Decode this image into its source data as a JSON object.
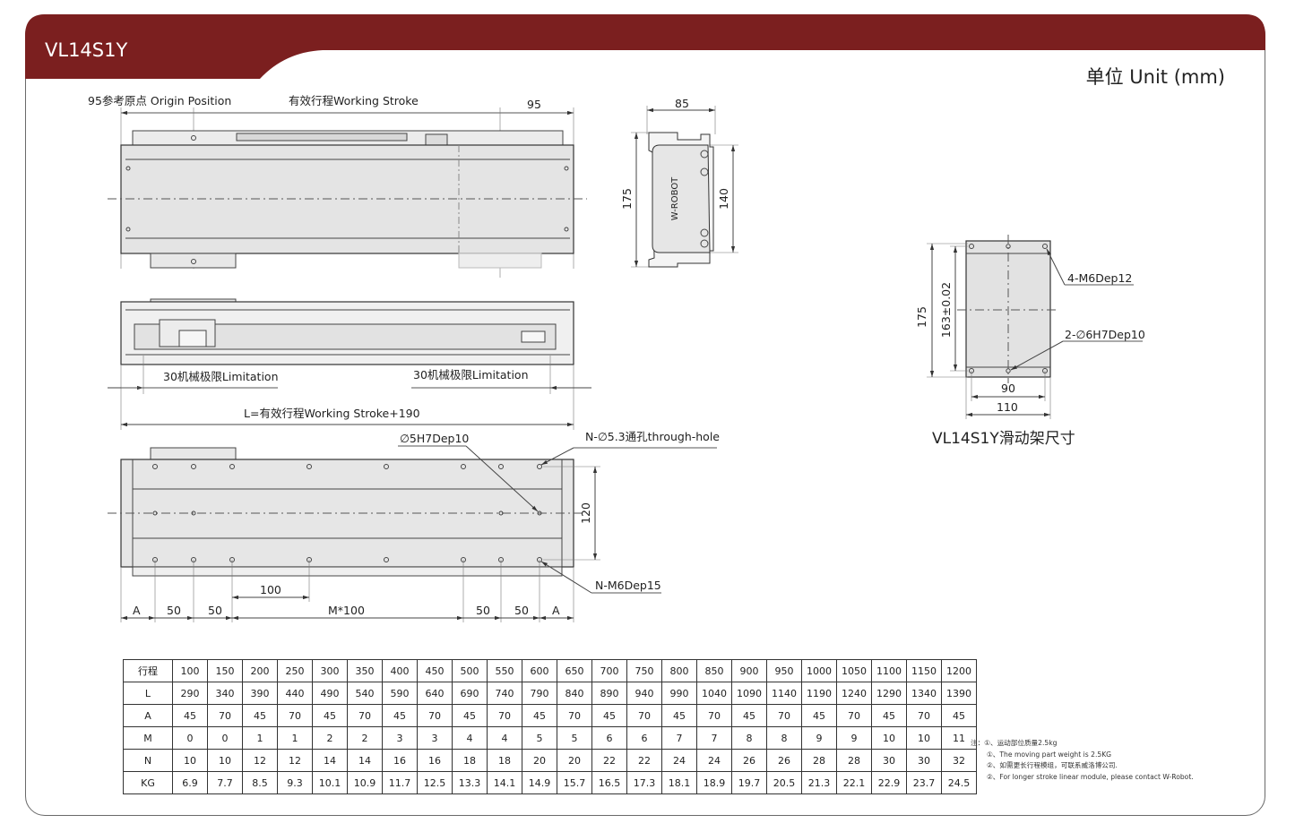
{
  "header": {
    "title": "VL14S1Y",
    "unit": "单位 Unit (mm)",
    "color": "#7b1f1f"
  },
  "top_view": {
    "origin_label": "95参考原点 Origin Position",
    "stroke_label": "有效行程Working Stroke",
    "dim_right": "95"
  },
  "end_view": {
    "width": "85",
    "height": "175",
    "inner_height": "140",
    "logo": "W-ROBOT"
  },
  "side_view": {
    "limit_left": "30机械极限Limitation",
    "limit_right": "30机械极限Limitation",
    "overall": "L=有效行程Working Stroke+190"
  },
  "bottom_view": {
    "pin_hole": "∅5H7Dep10",
    "through_hole": "N-∅5.3通孔through-hole",
    "tap": "N-M6Dep15",
    "width": "120",
    "dims": {
      "a": "A",
      "d50": "50",
      "d100": "100",
      "m100": "M*100"
    }
  },
  "carriage": {
    "caption": "VL14S1Y滑动架尺寸",
    "tap": "4-M6Dep12",
    "pin": "2-∅6H7Dep10",
    "h175": "175",
    "h163": "163±0.02",
    "w90": "90",
    "w110": "110"
  },
  "table": {
    "rows": [
      {
        "label": "行程",
        "values": [
          "100",
          "150",
          "200",
          "250",
          "300",
          "350",
          "400",
          "450",
          "500",
          "550",
          "600",
          "650",
          "700",
          "750",
          "800",
          "850",
          "900",
          "950",
          "1000",
          "1050",
          "1100",
          "1150",
          "1200"
        ]
      },
      {
        "label": "L",
        "values": [
          "290",
          "340",
          "390",
          "440",
          "490",
          "540",
          "590",
          "640",
          "690",
          "740",
          "790",
          "840",
          "890",
          "940",
          "990",
          "1040",
          "1090",
          "1140",
          "1190",
          "1240",
          "1290",
          "1340",
          "1390"
        ]
      },
      {
        "label": "A",
        "values": [
          "45",
          "70",
          "45",
          "70",
          "45",
          "70",
          "45",
          "70",
          "45",
          "70",
          "45",
          "70",
          "45",
          "70",
          "45",
          "70",
          "45",
          "70",
          "45",
          "70",
          "45",
          "70",
          "45"
        ]
      },
      {
        "label": "M",
        "values": [
          "0",
          "0",
          "1",
          "1",
          "2",
          "2",
          "3",
          "3",
          "4",
          "4",
          "5",
          "5",
          "6",
          "6",
          "7",
          "7",
          "8",
          "8",
          "9",
          "9",
          "10",
          "10",
          "11"
        ]
      },
      {
        "label": "N",
        "values": [
          "10",
          "10",
          "12",
          "12",
          "14",
          "14",
          "16",
          "16",
          "18",
          "18",
          "20",
          "20",
          "22",
          "22",
          "24",
          "24",
          "26",
          "26",
          "28",
          "28",
          "30",
          "30",
          "32"
        ]
      },
      {
        "label": "KG",
        "values": [
          "6.9",
          "7.7",
          "8.5",
          "9.3",
          "10.1",
          "10.9",
          "11.7",
          "12.5",
          "13.3",
          "14.1",
          "14.9",
          "15.7",
          "16.5",
          "17.3",
          "18.1",
          "18.9",
          "19.7",
          "20.5",
          "21.3",
          "22.1",
          "22.9",
          "23.7",
          "24.5"
        ]
      }
    ]
  },
  "notes": [
    "注：①、运动部位质量2.5kg",
    "①、The moving part weight is 2.5KG",
    "②、如需更长行程模组，可联系威洛博公司.",
    "②、For longer stroke linear module, please contact W-Robot."
  ]
}
